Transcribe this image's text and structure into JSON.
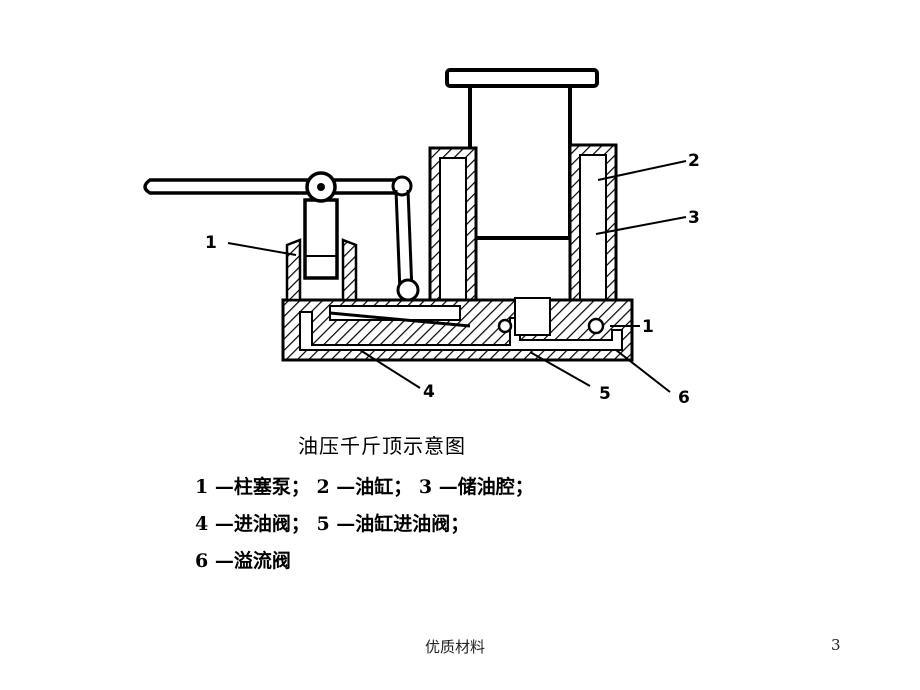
{
  "diagram": {
    "part_labels": [
      "1",
      "2",
      "3",
      "1",
      "4",
      "5",
      "6"
    ]
  },
  "caption": {
    "title": "油压千斤顶示意图",
    "lines": [
      "1 —柱塞泵；  2 —油缸；  3 —储油腔；",
      "4 —进油阀；  5 —油缸进油阀；",
      "6 —溢流阀"
    ]
  },
  "footer": {
    "text": "优质材料",
    "page_number": "3"
  }
}
